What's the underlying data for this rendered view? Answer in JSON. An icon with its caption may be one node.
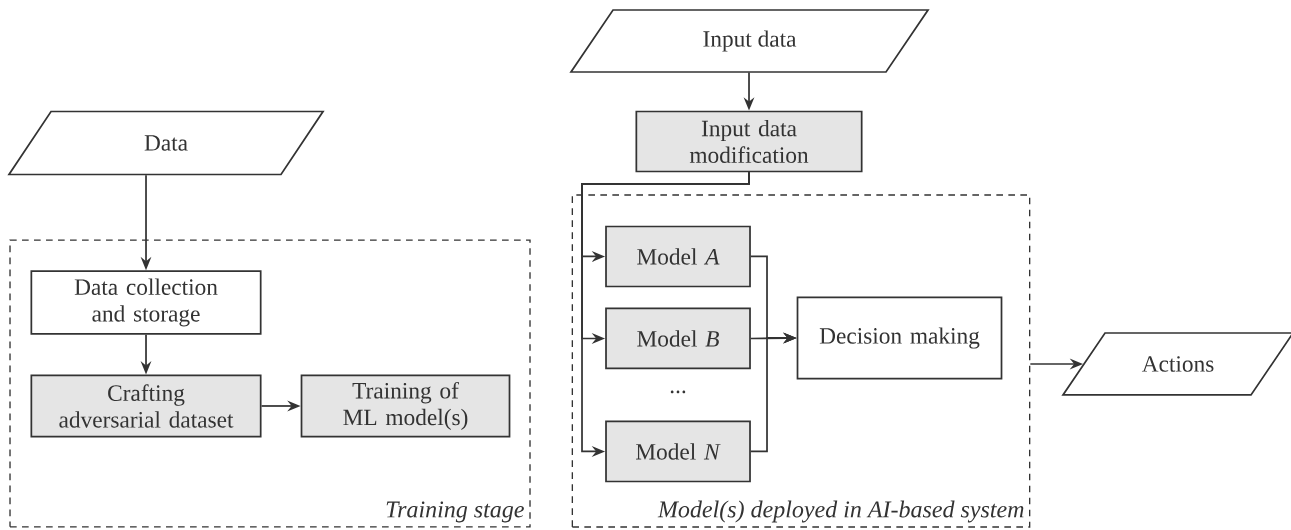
{
  "diagram": {
    "nodes": [
      {
        "text": [
          "Data"
        ]
      },
      {
        "text": [
          "Training stage"
        ]
      },
      {
        "text": [
          "Data collection and storage"
        ],
        "in": 1
      },
      {
        "text": [
          "Crafting adversarial dataset"
        ],
        "in": 1
      },
      {
        "text": [
          "Training of ML model(s)"
        ],
        "in": 1
      },
      {
        "text": [
          "Input data"
        ]
      },
      {
        "text": [
          "Input data modification"
        ]
      },
      {
        "text": [
          "Model(s) deployed in AI-based system"
        ]
      },
      {
        "text": [
          "Model *A*"
        ],
        "in": 7
      },
      {
        "text": [
          "Model *B*"
        ],
        "in": 7
      },
      {
        "text": [
          "Model *N*"
        ],
        "in": 7
      },
      {
        "text": [
          "Decision making"
        ],
        "in": 7
      },
      {
        "text": [
          "Actions"
        ]
      }
    ],
    "edges": [
      {
        "from": 0,
        "to": 2,
        "arrow": "to"
      },
      {
        "from": 2,
        "to": 3,
        "arrow": "to"
      },
      {
        "from": 3,
        "to": 4,
        "arrow": "to"
      },
      {
        "from": 5,
        "to": 6,
        "arrow": "to"
      },
      {
        "from": 6,
        "to": 8,
        "arrow": "to"
      },
      {
        "from": 6,
        "to": 9,
        "arrow": "to"
      },
      {
        "from": 6,
        "to": 10,
        "arrow": "to"
      },
      {
        "from": 8,
        "to": 11,
        "arrow": "to"
      },
      {
        "from": 9,
        "to": 11,
        "arrow": "to"
      },
      {
        "from": 10,
        "to": 11,
        "arrow": "to"
      },
      {
        "from": 7,
        "to": 12,
        "arrow": "to"
      }
    ],
    "labels": [
      "..."
    ]
  }
}
